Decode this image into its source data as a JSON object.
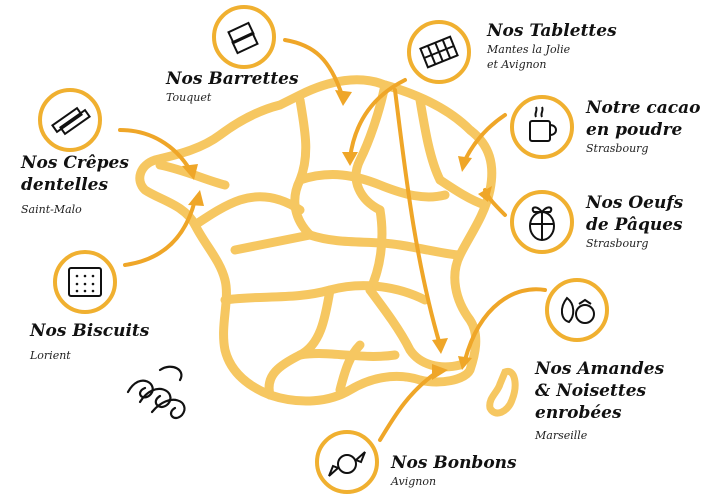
{
  "colors": {
    "map": "#f6c761",
    "arrow": "#efa628",
    "ring": "#f0b030",
    "ink": "#111111"
  },
  "products": [
    {
      "title": "Nos Barrettes",
      "place": "Touquet",
      "icon": "chocolate-bars-icon"
    },
    {
      "title": "Nos Tablettes",
      "place": "Mantes la Jolie\net Avignon",
      "icon": "chocolate-tablet-icon"
    },
    {
      "title": "Nos Crêpes\ndentelles",
      "place": "Saint-Malo",
      "icon": "crepe-rolls-icon"
    },
    {
      "title": "Notre cacao\nen poudre",
      "place": "Strasbourg",
      "icon": "cocoa-mug-icon"
    },
    {
      "title": "Nos Oeufs\nde Pâques",
      "place": "Strasbourg",
      "icon": "easter-egg-icon"
    },
    {
      "title": "Nos Biscuits",
      "place": "Lorient",
      "icon": "biscuit-icon"
    },
    {
      "title": "Nos Amandes\n& Noisettes\nenrobées",
      "place": "Marseille",
      "icon": "nuts-icon"
    },
    {
      "title": "Nos Bonbons",
      "place": "Avignon",
      "icon": "candy-icon"
    }
  ]
}
